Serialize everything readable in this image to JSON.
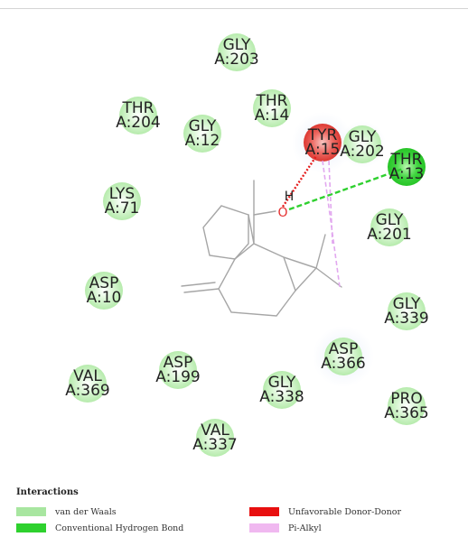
{
  "residues": [
    {
      "name": "GLY",
      "chain": "A:203",
      "type": "vdw"
    },
    {
      "name": "THR",
      "chain": "A:204",
      "type": "vdw"
    },
    {
      "name": "THR",
      "chain": "A:14",
      "type": "vdw"
    },
    {
      "name": "GLY",
      "chain": "A:12",
      "type": "vdw"
    },
    {
      "name": "TYR",
      "chain": "A:15",
      "type": "unfavorable"
    },
    {
      "name": "GLY",
      "chain": "A:202",
      "type": "vdw"
    },
    {
      "name": "THR",
      "chain": "A:13",
      "type": "hbond"
    },
    {
      "name": "LYS",
      "chain": "A:71",
      "type": "vdw"
    },
    {
      "name": "GLY",
      "chain": "A:201",
      "type": "vdw"
    },
    {
      "name": "ASP",
      "chain": "A:10",
      "type": "vdw"
    },
    {
      "name": "GLY",
      "chain": "A:339",
      "type": "vdw"
    },
    {
      "name": "ASP",
      "chain": "A:366",
      "type": "vdw"
    },
    {
      "name": "VAL",
      "chain": "A:369",
      "type": "vdw"
    },
    {
      "name": "ASP",
      "chain": "A:199",
      "type": "vdw"
    },
    {
      "name": "GLY",
      "chain": "A:338",
      "type": "vdw"
    },
    {
      "name": "PRO",
      "chain": "A:365",
      "type": "vdw"
    },
    {
      "name": "VAL",
      "chain": "A:337",
      "type": "vdw"
    }
  ],
  "ligand": {
    "hydrogen_label": "H",
    "oxygen_label": "O"
  },
  "legend": {
    "title": "Interactions",
    "items": [
      {
        "label": "van der Waals",
        "color": "#a8e6a0"
      },
      {
        "label": "Conventional Hydrogen Bond",
        "color": "#2ed12e"
      },
      {
        "label": "Unfavorable Donor-Donor",
        "color": "#e80f0f"
      },
      {
        "label": "Pi-Alkyl",
        "color": "#f0b8f0"
      }
    ]
  },
  "colors": {
    "vdw": "#c4f0bc",
    "hbond": "#35d135",
    "unfavorable": "#e24a44",
    "hbond_line": "#2fd02f",
    "donor_line": "#e51c1c",
    "pi_alkyl_line": "#e2a8ef",
    "bond": "#a6a6a6"
  }
}
